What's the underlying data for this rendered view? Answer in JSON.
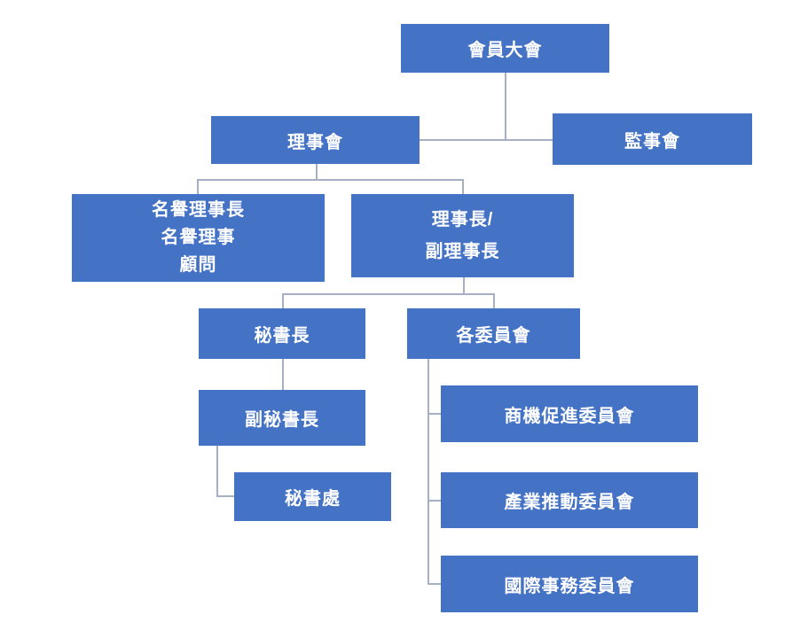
{
  "diagram": {
    "type": "org-chart",
    "colors": {
      "node_fill": "#4472C4",
      "node_text": "#FFFFFF",
      "connector": "#A6B0C4",
      "background": "#FFFFFF"
    },
    "nodes": {
      "general_assembly": {
        "label": "會員大會"
      },
      "board_of_directors": {
        "label": "理事會"
      },
      "supervisory_board": {
        "label": "監事會"
      },
      "honorary_group": {
        "lines": [
          "名譽理事長",
          "名譽理事",
          "顧問"
        ]
      },
      "chairman_group": {
        "lines": [
          "理事長/",
          "副理事長"
        ]
      },
      "secretary_general": {
        "label": "秘書長"
      },
      "committees": {
        "label": "各委員會"
      },
      "deputy_secretary_general": {
        "label": "副秘書長"
      },
      "secretariat": {
        "label": "秘書處"
      },
      "business_promotion_committee": {
        "label": "商機促進委員會"
      },
      "industry_promotion_committee": {
        "label": "產業推動委員會"
      },
      "international_affairs_committee": {
        "label": "國際事務委員會"
      }
    },
    "edges": [
      {
        "from": "general_assembly",
        "to": "board_of_directors"
      },
      {
        "from": "general_assembly",
        "to": "supervisory_board"
      },
      {
        "from": "board_of_directors",
        "to": "honorary_group"
      },
      {
        "from": "board_of_directors",
        "to": "chairman_group"
      },
      {
        "from": "chairman_group",
        "to": "secretary_general"
      },
      {
        "from": "chairman_group",
        "to": "committees"
      },
      {
        "from": "secretary_general",
        "to": "deputy_secretary_general"
      },
      {
        "from": "deputy_secretary_general",
        "to": "secretariat"
      },
      {
        "from": "committees",
        "to": "business_promotion_committee"
      },
      {
        "from": "committees",
        "to": "industry_promotion_committee"
      },
      {
        "from": "committees",
        "to": "international_affairs_committee"
      }
    ]
  }
}
